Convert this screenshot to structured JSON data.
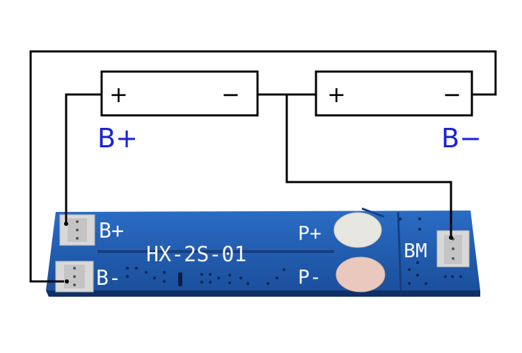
{
  "diagram": {
    "battery_left": {
      "plus": "+",
      "minus": "−"
    },
    "battery_right": {
      "plus": "+",
      "minus": "−"
    },
    "label_b_plus": "B+",
    "label_b_minus": "B−"
  },
  "board": {
    "model": "HX-2S-01",
    "pad_b_plus": "B+",
    "pad_b_minus": "B-",
    "pad_p_plus": "P+",
    "pad_p_minus": "P-",
    "pad_bm": "BM",
    "colors": {
      "board": "#1f5fb4",
      "silkscreen": "#f4f6fb",
      "pad": "#d9d9d9",
      "p_plus_pad": "#e8e6e0",
      "p_minus_pad": "#e9c9be"
    }
  }
}
